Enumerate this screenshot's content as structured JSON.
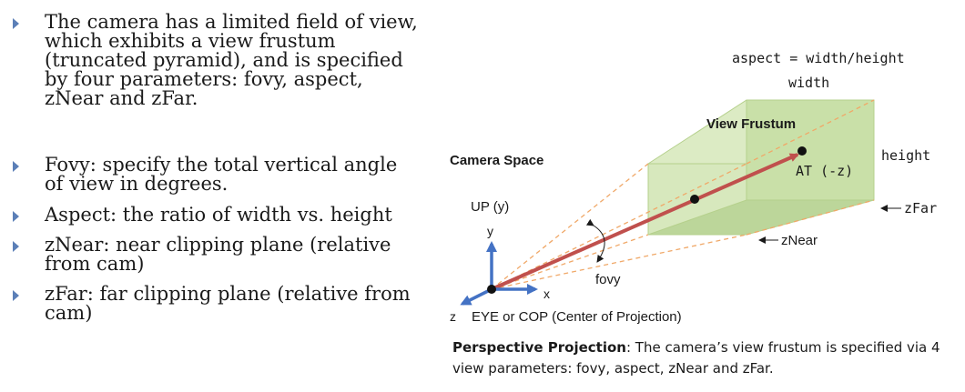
{
  "bullets": [
    "The camera has a limited field of view, which exhibits a view frustum (truncated pyramid), and is specified by four parameters: fovy, aspect, zNear and zFar.",
    "Fovy: specify the total vertical angle of view in degrees.",
    "Aspect: the ratio of width vs. height",
    "zNear: near clipping plane (relative from cam)",
    "zFar: far clipping plane (relative from cam)"
  ],
  "diagram": {
    "aspect_formula": "aspect = width/height",
    "width_label": "width",
    "frustum_title": "View Frustum",
    "camera_space": "Camera Space",
    "height_label": "height",
    "at_label": "AT (-z)",
    "up_label": "UP (y)",
    "y_axis": "y",
    "x_axis": "x",
    "z_axis": "z",
    "zfar_label": "zFar",
    "znear_label": "zNear",
    "fovy_label": "fovy",
    "eye_label": "EYE or COP (Center of Projection)"
  },
  "caption": {
    "bold": "Perspective Projection",
    "text": ": The camera’s view frustum is specified via 4 view parameters: fovy, aspect, zNear and zFar."
  },
  "colors": {
    "bullet_arrow": "#5b7fb7",
    "frustum_fill": "#c9e0a8",
    "frustum_edge": "#b5d08c",
    "view_ray": "#c0504d",
    "dash_lines": "#f0a868",
    "axis": "#4472c4"
  }
}
